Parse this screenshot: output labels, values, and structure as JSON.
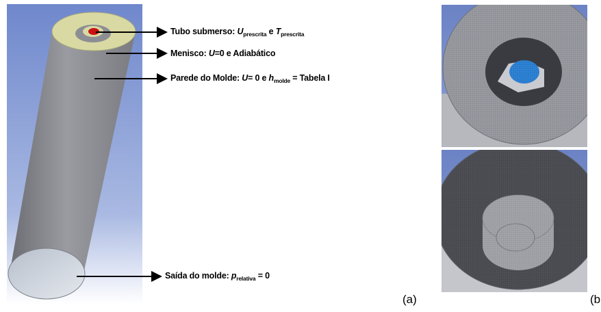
{
  "annotations": {
    "tubo": {
      "text": "Tubo submerso: ",
      "u": "U",
      "u_sub": "prescrita",
      "mid": " e ",
      "t": "T",
      "t_sub": "prescrita"
    },
    "menisco": {
      "prefix": "Menisco: ",
      "u": "U",
      "suffix": "=0 e Adiabático"
    },
    "parede": {
      "prefix": "Parede do Molde: ",
      "u": "U",
      "mid": "= 0 e ",
      "h": "h",
      "h_sub": "molde",
      "suffix": " = Tabela I"
    },
    "saida": {
      "prefix": "Saída do molde: ",
      "p": "p",
      "p_sub": "relativa",
      "suffix": " = 0"
    }
  },
  "labels": {
    "a": "(a)",
    "b": "(b"
  },
  "colors": {
    "background_blue": "#7c93d2",
    "cylinder_gray": "#8f9096",
    "top_ring": "#d8d8a0",
    "inlet_red": "#cc1010",
    "mesh_blue": "#2f86d8"
  }
}
